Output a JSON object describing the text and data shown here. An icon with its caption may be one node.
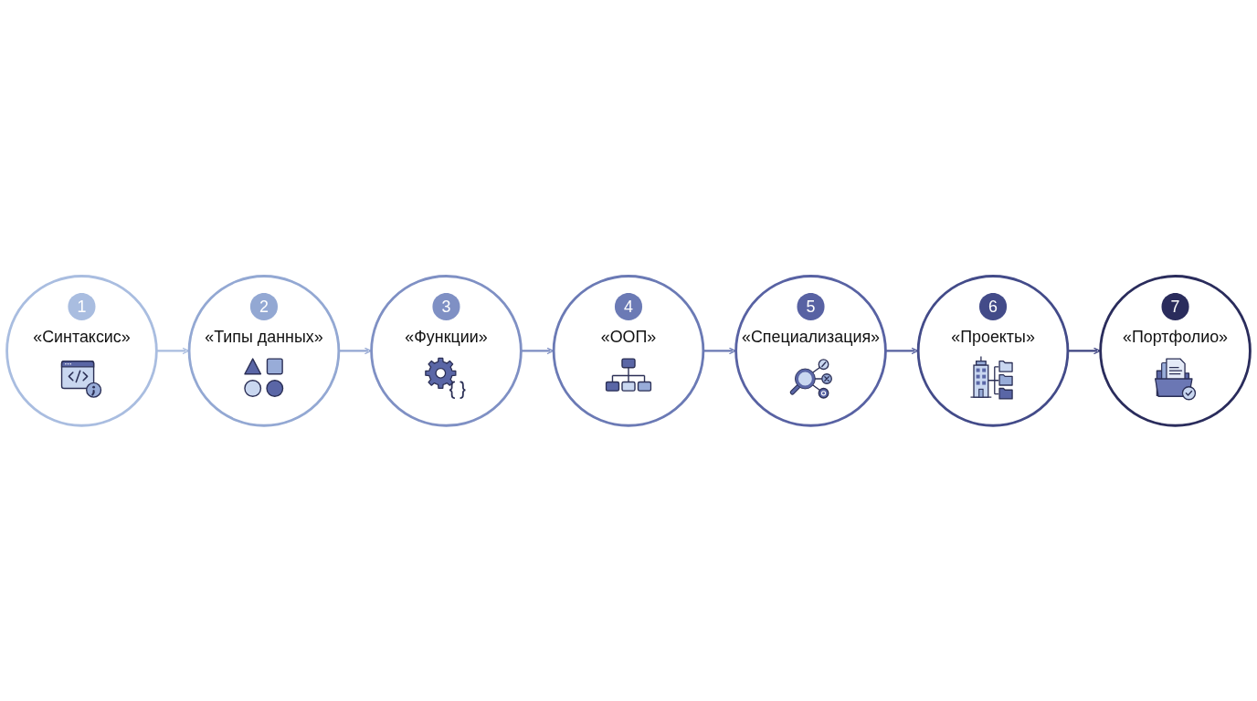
{
  "diagram": {
    "nodes": [
      {
        "text": [
          "1",
          "«Синтаксис»"
        ]
      },
      {
        "text": [
          "2",
          "«Типы данных»"
        ]
      },
      {
        "text": [
          "3",
          "«Функции»"
        ]
      },
      {
        "text": [
          "4",
          "«ООП»"
        ]
      },
      {
        "text": [
          "5",
          "«Специализация»"
        ]
      },
      {
        "text": [
          "6",
          "«Проекты»"
        ]
      },
      {
        "text": [
          "7",
          "«Портфолио»"
        ]
      }
    ],
    "edges": [
      {
        "from": 0,
        "to": 1,
        "arrow": "to",
        "color": "#a9bcdf"
      },
      {
        "from": 1,
        "to": 2,
        "arrow": "to",
        "color": "#93a6d2"
      },
      {
        "from": 2,
        "to": 3,
        "arrow": "to",
        "color": "#7d8dc2"
      },
      {
        "from": 3,
        "to": 4,
        "arrow": "to",
        "color": "#6a78b3"
      },
      {
        "from": 4,
        "to": 5,
        "arrow": "to",
        "color": "#56609f"
      },
      {
        "from": 5,
        "to": 6,
        "arrow": "to",
        "color": "#3c4280"
      }
    ]
  }
}
